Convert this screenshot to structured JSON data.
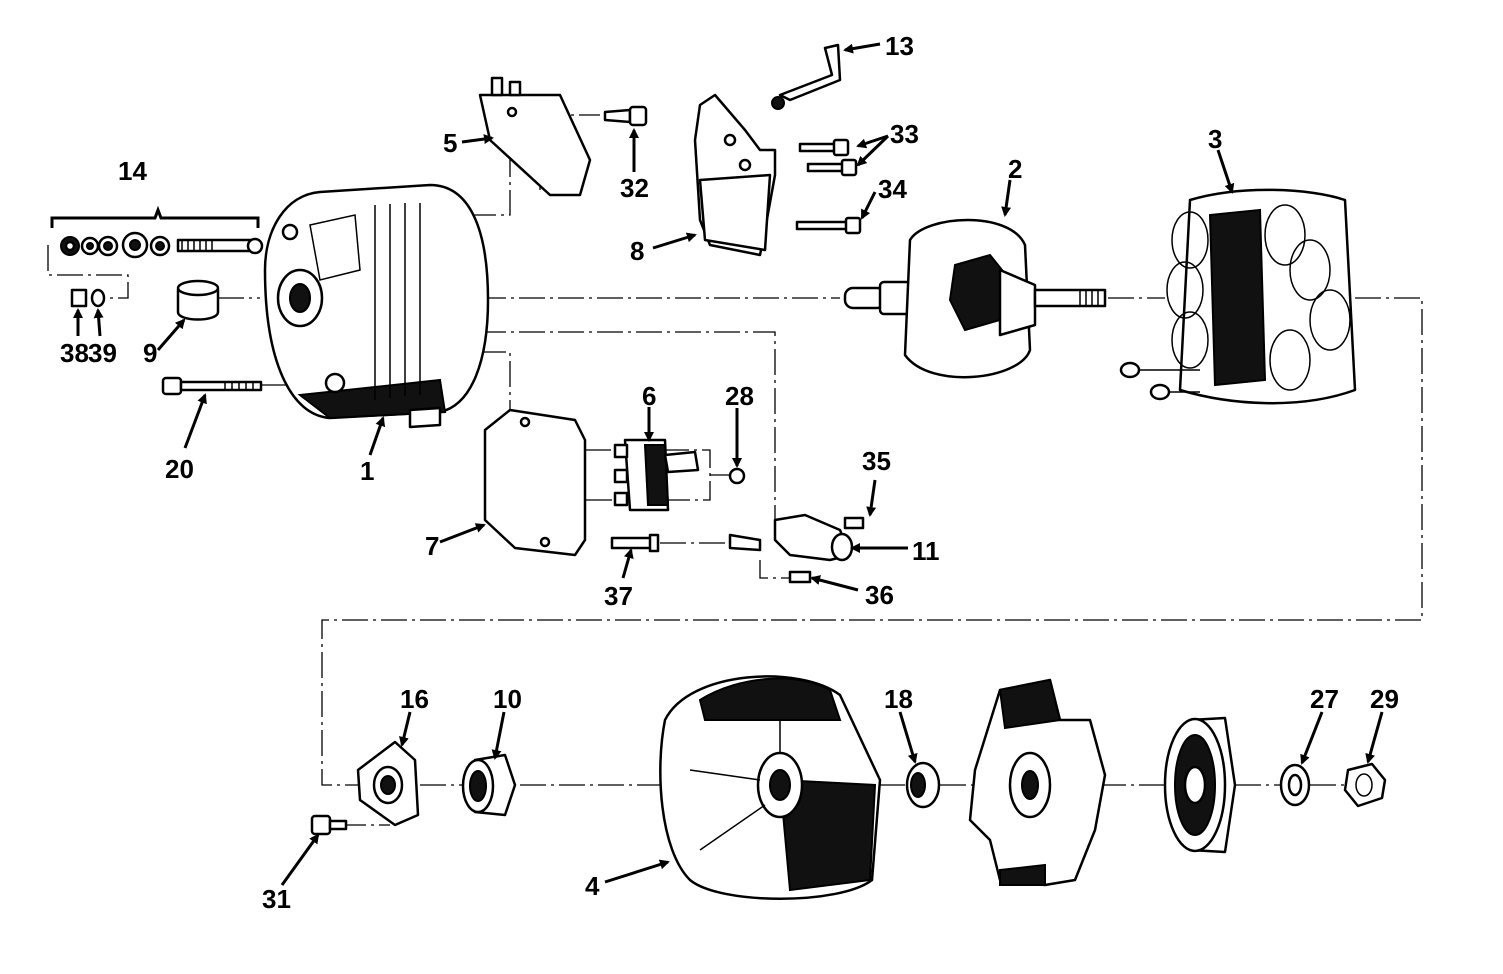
{
  "callouts": {
    "c1": "1",
    "c2": "2",
    "c3": "3",
    "c4": "4",
    "c5": "5",
    "c6": "6",
    "c7": "7",
    "c8": "8",
    "c9": "9",
    "c10": "10",
    "c11": "11",
    "c13": "13",
    "c14": "14",
    "c16": "16",
    "c18": "18",
    "c20": "20",
    "c27": "27",
    "c28": "28",
    "c29": "29",
    "c31": "31",
    "c32": "32",
    "c33": "33",
    "c34": "34",
    "c35": "35",
    "c36": "36",
    "c37": "37",
    "c38": "38",
    "c39": "39"
  }
}
